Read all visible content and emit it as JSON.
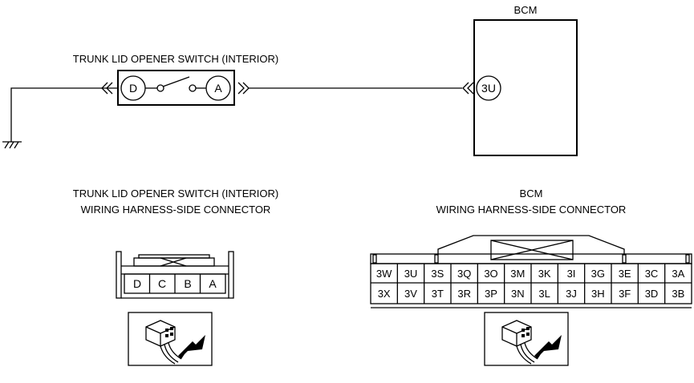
{
  "schematic": {
    "switch_name": "TRUNK LID OPENER SWITCH (INTERIOR)",
    "bcm_name": "BCM",
    "switch_pins": [
      "D",
      "A"
    ],
    "bcm_pin": "3U"
  },
  "connectors": {
    "switch": {
      "title": "TRUNK LID OPENER SWITCH (INTERIOR)",
      "subtitle": "WIRING HARNESS-SIDE CONNECTOR",
      "terminals": [
        "D",
        "C",
        "B",
        "A"
      ]
    },
    "bcm": {
      "title": "BCM",
      "subtitle": "WIRING HARNESS-SIDE CONNECTOR",
      "rows": [
        [
          "3W",
          "3U",
          "3S",
          "3Q",
          "3O",
          "3M",
          "3K",
          "3I",
          "3G",
          "3E",
          "3C",
          "3A"
        ],
        [
          "3X",
          "3V",
          "3T",
          "3R",
          "3P",
          "3N",
          "3L",
          "3J",
          "3H",
          "3F",
          "3D",
          "3B"
        ]
      ]
    }
  },
  "icons": [
    "connector-view-icon",
    "connector-view-icon"
  ]
}
